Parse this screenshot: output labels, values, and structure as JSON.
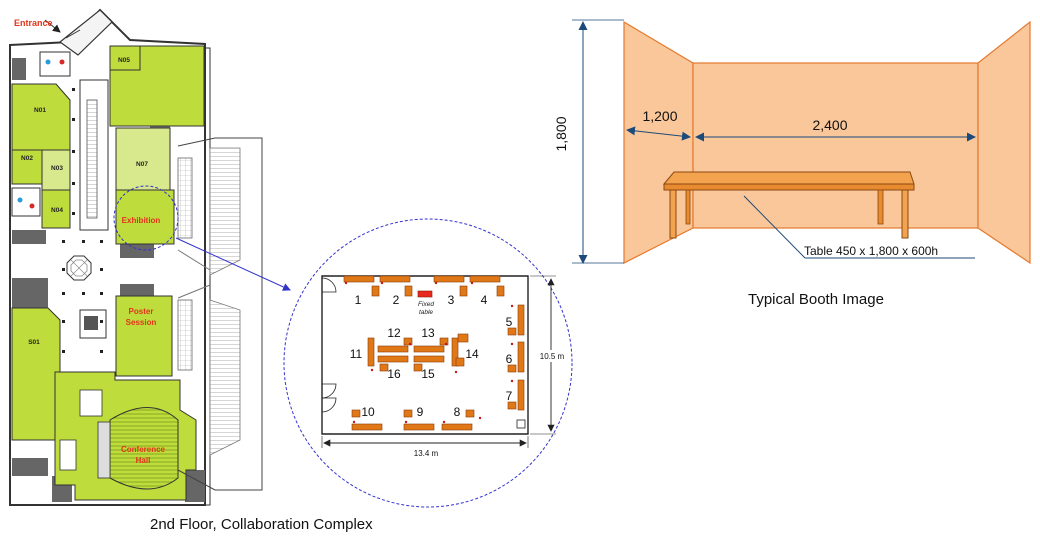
{
  "floor_plan": {
    "entrance_label": "Entrance",
    "rooms": {
      "n01": "N01",
      "n02": "N02",
      "n03": "N03",
      "n04": "N04",
      "n05": "N05",
      "n07": "N07",
      "s01": "S01"
    },
    "exhibition_label": "Exhibition",
    "poster_label_line1": "Poster",
    "poster_label_line2": "Session",
    "conference_label_line1": "Conference",
    "conference_label_line2": "Hall",
    "caption": "2nd Floor, Collaboration Complex",
    "colors": {
      "room_green": "#bedc3c",
      "room_light": "#d8e88c",
      "label_red": "#e3341c",
      "dark": "#555555"
    }
  },
  "exhibition_layout": {
    "booths": [
      "1",
      "2",
      "3",
      "4",
      "5",
      "6",
      "7",
      "8",
      "9",
      "10",
      "11",
      "12",
      "13",
      "14",
      "15",
      "16"
    ],
    "fixed_table_line1": "Fixed",
    "fixed_table_line2": "table",
    "width_label": "13.4 m",
    "height_label": "10.5 m",
    "colors": {
      "table": "#e07818",
      "fixed": "#e8281c"
    }
  },
  "booth": {
    "height_label": "1,800",
    "depth_label": "1,200",
    "width_label": "2,400",
    "table_label": "Table 450 x 1,800 x 600h",
    "caption": "Typical Booth Image",
    "colors": {
      "wall": "#f9c79a",
      "wall_stroke": "#e47a30",
      "table": "#f3a24e"
    }
  }
}
